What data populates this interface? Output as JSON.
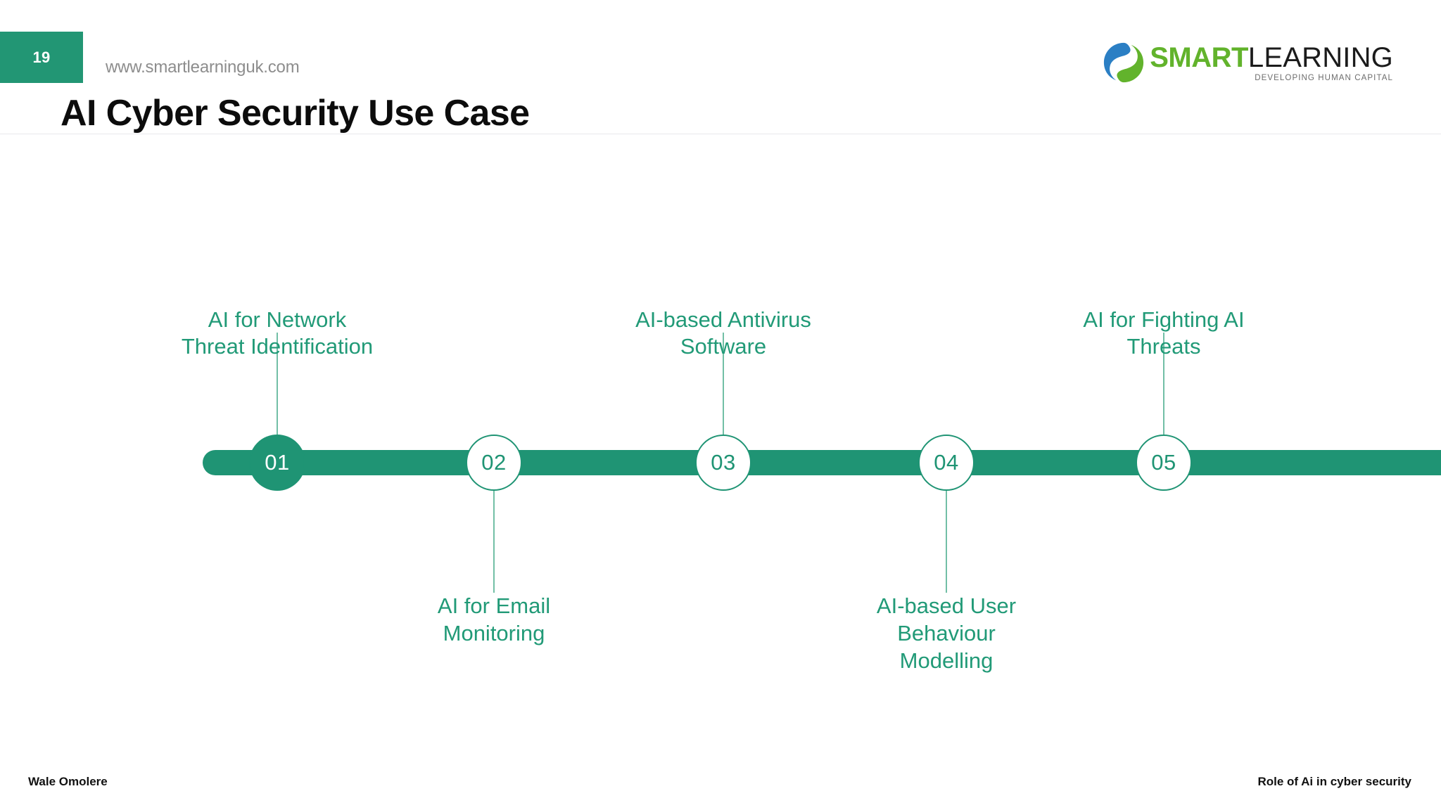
{
  "colors": {
    "brand_green": "#1F9474",
    "badge_green": "#229674",
    "label_green": "#219A77",
    "connector_green": "#72BFA6",
    "logo_green": "#62B32C",
    "logo_blue": "#2B7FC4",
    "url_gray": "#8D8D8D",
    "title_black": "#0C0C0C",
    "background": "#FFFFFF"
  },
  "header": {
    "page_number": "19",
    "site_url": "www.smartlearninguk.com",
    "title": "AI Cyber Security Use Case",
    "logo": {
      "word_primary": "SMART",
      "word_secondary": "LEARNING",
      "tagline": "DEVELOPING HUMAN CAPITAL"
    }
  },
  "timeline": {
    "items": [
      {
        "number": "01",
        "label_line1": "AI for Network",
        "label_line2": "Threat Identification",
        "label_line3": "",
        "position": "above",
        "style": "filled"
      },
      {
        "number": "02",
        "label_line1": "AI for Email",
        "label_line2": "Monitoring",
        "label_line3": "",
        "position": "below",
        "style": "hollow"
      },
      {
        "number": "03",
        "label_line1": "AI-based Antivirus",
        "label_line2": "Software",
        "label_line3": "",
        "position": "above",
        "style": "hollow"
      },
      {
        "number": "04",
        "label_line1": "AI-based User",
        "label_line2": "Behaviour",
        "label_line3": "Modelling",
        "position": "below",
        "style": "hollow"
      },
      {
        "number": "05",
        "label_line1": "AI for Fighting AI",
        "label_line2": "Threats",
        "label_line3": "",
        "position": "above",
        "style": "hollow"
      }
    ]
  },
  "footer": {
    "author": "Wale  Omolere",
    "subject": "Role of Ai in cyber security"
  }
}
